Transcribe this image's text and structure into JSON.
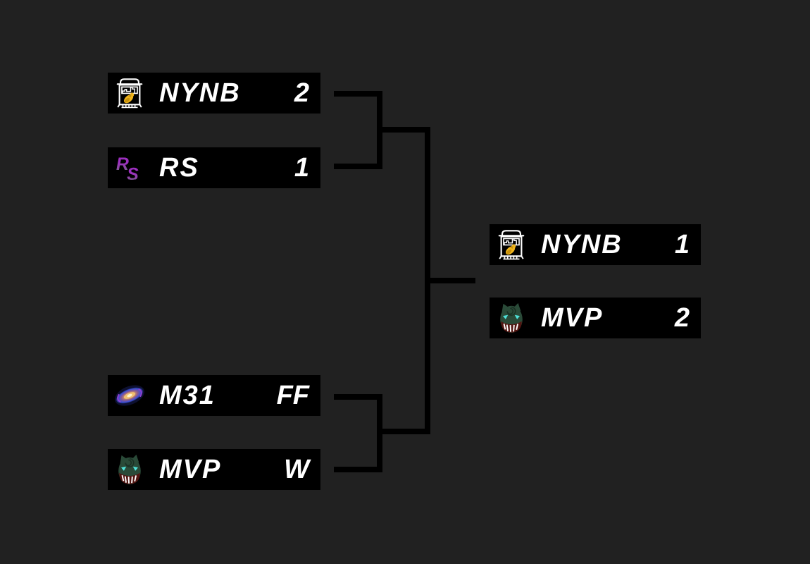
{
  "colors": {
    "background": "#212121",
    "slot_background": "#000000",
    "text": "#ffffff",
    "connector": "#000000",
    "nynb_pigeon_yellow": "#f0b51d",
    "rs_purple": "#9d2fc0",
    "rs_green": "#44a84e",
    "mvp_head_green": "#2a4a38",
    "mvp_eye_cyan": "#4fe3da",
    "mvp_mouth_red": "#521511",
    "m31_core_orange": "#e8a95c",
    "m31_rim_blue": "#3b4fd8"
  },
  "icons": {
    "nynb": "train-pigeon-icon",
    "rs": "rs-monogram-icon",
    "m31": "andromeda-galaxy-icon",
    "mvp": "fanged-monster-icon",
    "rs_letters": {
      "r": "R",
      "s": "S"
    }
  },
  "bracket": {
    "semifinals": {
      "match1": {
        "top": {
          "name": "NYNB",
          "score": "2"
        },
        "bottom": {
          "name": "RS",
          "score": "1"
        }
      },
      "match2": {
        "top": {
          "name": "M31",
          "score": "FF"
        },
        "bottom": {
          "name": "MVP",
          "score": "W"
        }
      }
    },
    "final": {
      "match1": {
        "top": {
          "name": "NYNB",
          "score": "1"
        },
        "bottom": {
          "name": "MVP",
          "score": "2"
        }
      }
    }
  }
}
